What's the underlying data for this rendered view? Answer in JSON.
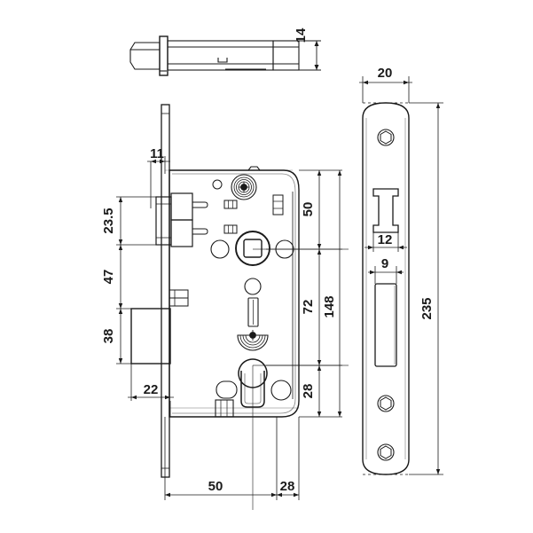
{
  "drawing": {
    "title": "Mortise lock technical drawing",
    "units": "mm",
    "line_color": "#1a1a1a",
    "fill_color": "#ffffff",
    "text_color": "#1a1a1a"
  },
  "views": {
    "top": {
      "name": "top-view",
      "label": ""
    },
    "front": {
      "name": "front-section-view",
      "label": ""
    },
    "faceplate": {
      "name": "faceplate-view",
      "label": ""
    }
  },
  "dimensions": {
    "top_view": {
      "thickness": "14"
    },
    "front_view": {
      "backset_offset": "11",
      "latch_top": "23.5",
      "mid_span": "47",
      "deadbolt_height": "38",
      "bolt_projection": "22",
      "backset": "50",
      "front_edge": "28",
      "top_to_follower": "50",
      "follower_to_cylinder": "72",
      "cylinder_to_bottom": "28",
      "total_height": "148"
    },
    "faceplate_view": {
      "width": "20",
      "latch_cutout_width": "12",
      "bolt_cutout_width": "9",
      "length": "235"
    }
  }
}
